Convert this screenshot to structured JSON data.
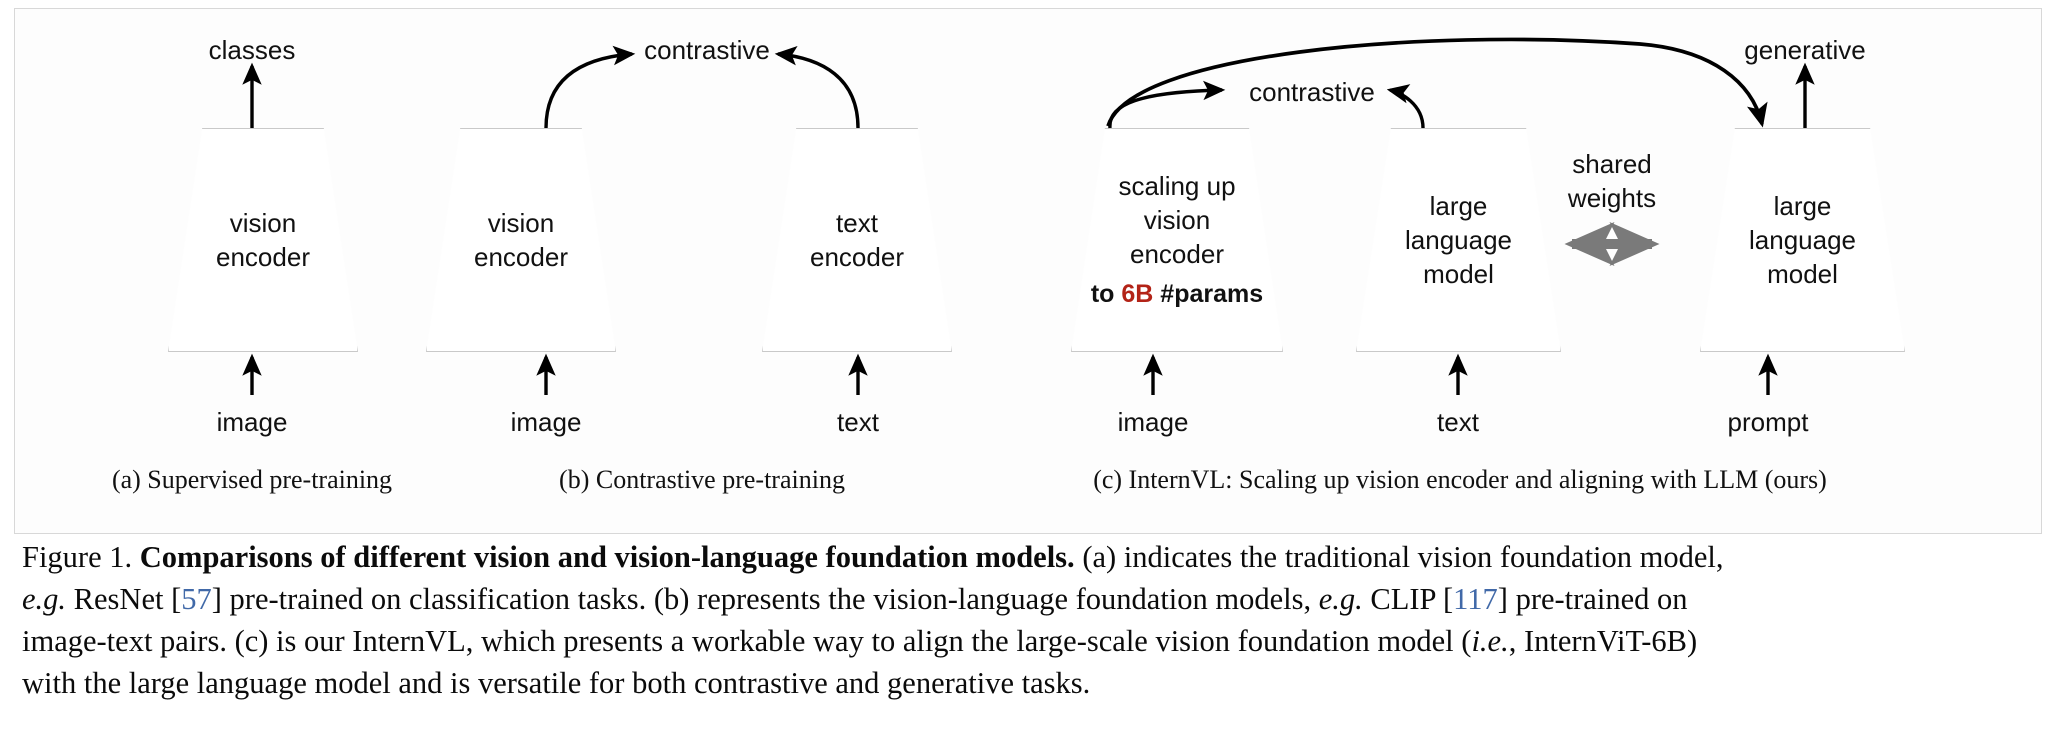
{
  "figure": {
    "panels": [
      {
        "id": "a",
        "caption": "(a) Supervised pre-training",
        "blocks": [
          {
            "name": "vision-encoder",
            "lines": [
              "vision",
              "encoder"
            ],
            "bold_line": null
          }
        ],
        "inputs": [
          "image"
        ],
        "outputs": [
          "classes"
        ]
      },
      {
        "id": "b",
        "caption": "(b) Contrastive pre-training",
        "blocks": [
          {
            "name": "vision-encoder",
            "lines": [
              "vision",
              "encoder"
            ],
            "bold_line": null
          },
          {
            "name": "text-encoder",
            "lines": [
              "text",
              "encoder"
            ],
            "bold_line": null
          }
        ],
        "inputs": [
          "image",
          "text"
        ],
        "outputs": [
          "contrastive"
        ]
      },
      {
        "id": "c",
        "caption": "(c) InternVL: Scaling up vision encoder and aligning with LLM (ours)",
        "blocks": [
          {
            "name": "scaling-up-vision-encoder",
            "lines": [
              "scaling up",
              "vision",
              "encoder"
            ],
            "bold_line": {
              "prefix": "to ",
              "highlight": "6B",
              "suffix": " #params"
            }
          },
          {
            "name": "large-language-model-left",
            "lines": [
              "large",
              "language",
              "model"
            ],
            "bold_line": null
          },
          {
            "name": "large-language-model-right",
            "lines": [
              "large",
              "language",
              "model"
            ],
            "bold_line": null
          }
        ],
        "inputs": [
          "image",
          "text",
          "prompt"
        ],
        "outputs": [
          "contrastive",
          "generative"
        ],
        "annotation": {
          "line1": "shared",
          "line2": "weights"
        }
      }
    ],
    "labels": {
      "classes": "classes",
      "contrastive_b": "contrastive",
      "contrastive_c": "contrastive",
      "generative": "generative",
      "image_a": "image",
      "image_b": "image",
      "text_b": "text",
      "image_c": "image",
      "text_c": "text",
      "prompt_c": "prompt",
      "shared_weights_1": "shared",
      "shared_weights_2": "weights"
    },
    "colors": {
      "highlight_red": "#b32317",
      "citation_blue": "#4169a8",
      "block_fill": "#ffffff",
      "block_stroke": "#c9c9c9",
      "arrow": "#000000",
      "shared_arrow": "#7a7a7a"
    }
  },
  "caption": {
    "label": "Figure 1.",
    "bold_title": "Comparisons of different vision and vision-language foundation models.",
    "lines": [
      [
        {
          "t": "Figure 1. ",
          "s": "normal"
        },
        {
          "t": "Comparisons of different vision and vision-language foundation models.",
          "s": "bold"
        },
        {
          "t": " (a) indicates the traditional vision foundation model,",
          "s": "normal"
        }
      ],
      [
        {
          "t": "e.g.",
          "s": "italic"
        },
        {
          "t": " ResNet [",
          "s": "normal"
        },
        {
          "t": "57",
          "s": "cite"
        },
        {
          "t": "] pre-trained on classification tasks. (b) represents the vision-language foundation models, ",
          "s": "normal"
        },
        {
          "t": "e.g.",
          "s": "italic"
        },
        {
          "t": " CLIP [",
          "s": "normal"
        },
        {
          "t": "117",
          "s": "cite"
        },
        {
          "t": "] pre-trained on",
          "s": "normal"
        }
      ],
      [
        {
          "t": "image-text pairs. (c) is our InternVL, which presents a workable way to align the large-scale vision foundation model (",
          "s": "normal"
        },
        {
          "t": "i.e.",
          "s": "italic"
        },
        {
          "t": ", InternViT-6B)",
          "s": "normal"
        }
      ],
      [
        {
          "t": "with the large language model and is versatile for both contrastive and generative tasks.",
          "s": "normal"
        }
      ]
    ]
  }
}
